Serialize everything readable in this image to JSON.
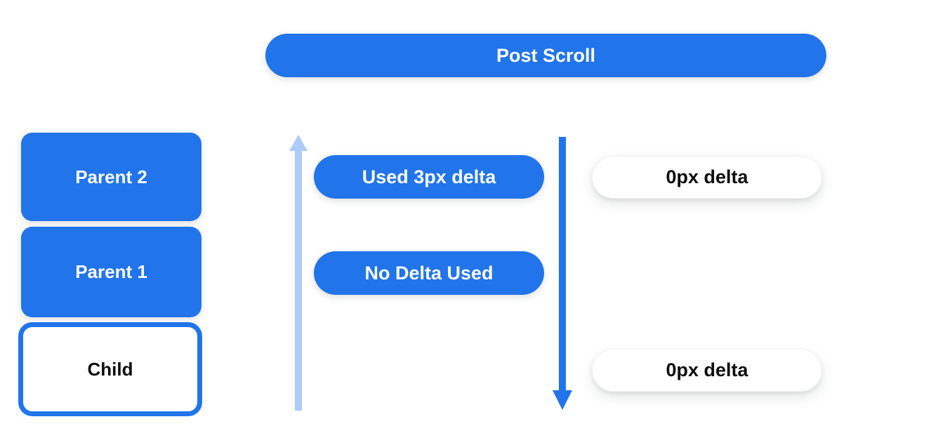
{
  "header": {
    "label": "Post Scroll"
  },
  "colors": {
    "primary_blue": "#2174ea",
    "light_blue": "#aecbfa",
    "pill_text_light": "#ffffff",
    "pill_text_dark": "#0d0d0d",
    "background": "#ffffff"
  },
  "widget_stack": {
    "boxes": [
      {
        "label": "Parent 2",
        "variant": "filled"
      },
      {
        "label": "Parent 1",
        "variant": "filled"
      },
      {
        "label": "Child",
        "variant": "outlined"
      }
    ]
  },
  "consumed_column": {
    "arrow": {
      "direction": "up",
      "color": "#aecbfa"
    },
    "pills": [
      {
        "label": "Used 3px delta"
      },
      {
        "label": "No Delta Used"
      }
    ]
  },
  "remaining_column": {
    "arrow": {
      "direction": "down",
      "color": "#2174ea"
    },
    "pills": [
      {
        "label": "0px delta"
      },
      {
        "label": "0px delta"
      }
    ]
  }
}
